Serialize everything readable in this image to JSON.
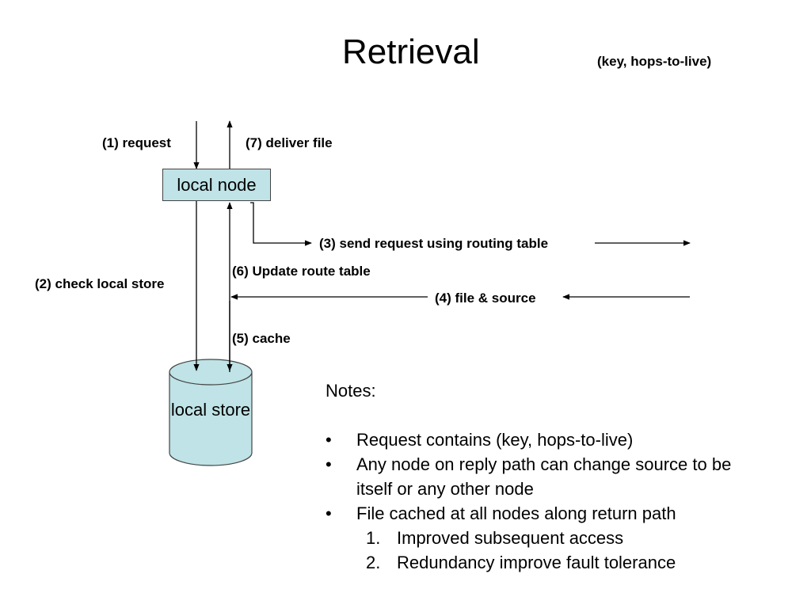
{
  "slide": {
    "title": "Retrieval",
    "subtitle": "(key, hops-to-live)"
  },
  "diagram": {
    "local_node": "local node",
    "local_store": "local store",
    "steps": {
      "request": "(1) request",
      "check_store": "(2) check local store",
      "send_request": "(3) send request using routing table",
      "file_source": "(4) file & source",
      "cache": "(5) cache",
      "update_route": "(6) Update route table",
      "deliver_file": "(7) deliver file"
    },
    "colors": {
      "box_fill": "#bfe3e6",
      "line": "#000000"
    }
  },
  "notes": {
    "heading": "Notes:",
    "bullets": [
      "Request contains (key, hops-to-live)",
      "Any node on reply path can change source to be itself or any other node",
      "File cached at all nodes along return path"
    ],
    "sub_items": [
      "Improved subsequent access",
      "Redundancy improve fault tolerance"
    ],
    "bullet_symbol": "•",
    "sub_numbers": [
      "1.",
      "2."
    ]
  }
}
